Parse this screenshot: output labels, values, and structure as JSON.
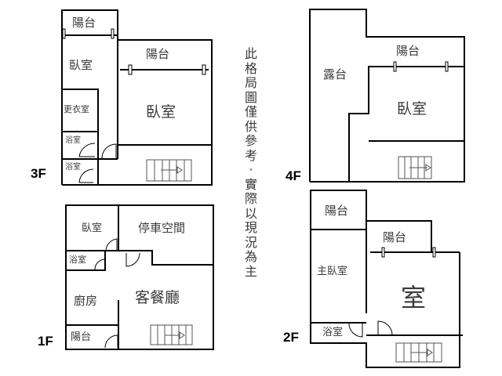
{
  "disclaimer": "此格局圖僅供參考·實際以現況為主",
  "floors": {
    "f3": {
      "label": "3F",
      "rooms": {
        "balcony_top": "陽台",
        "bedroom_left": "臥室",
        "balcony_right": "陽台",
        "bedroom_main": "臥室",
        "dressing_room": "更衣室",
        "bathroom_1": "浴室",
        "bathroom_2": "浴室"
      }
    },
    "f4": {
      "label": "4F",
      "rooms": {
        "terrace": "露台",
        "balcony": "陽台",
        "bedroom": "臥室"
      }
    },
    "f1": {
      "label": "1F",
      "rooms": {
        "bedroom": "臥室",
        "parking": "停車空間",
        "bathroom": "浴室",
        "kitchen": "廚房",
        "living_dining": "客餐廳",
        "balcony": "陽台"
      }
    },
    "f2": {
      "label": "2F",
      "rooms": {
        "balcony_left": "陽台",
        "balcony_right": "陽台",
        "master_bedroom": "主臥室",
        "room": "室",
        "bathroom": "浴室"
      }
    }
  },
  "colors": {
    "wall": "#000000",
    "stairs": "#555555",
    "text": "#3a3a3a"
  }
}
